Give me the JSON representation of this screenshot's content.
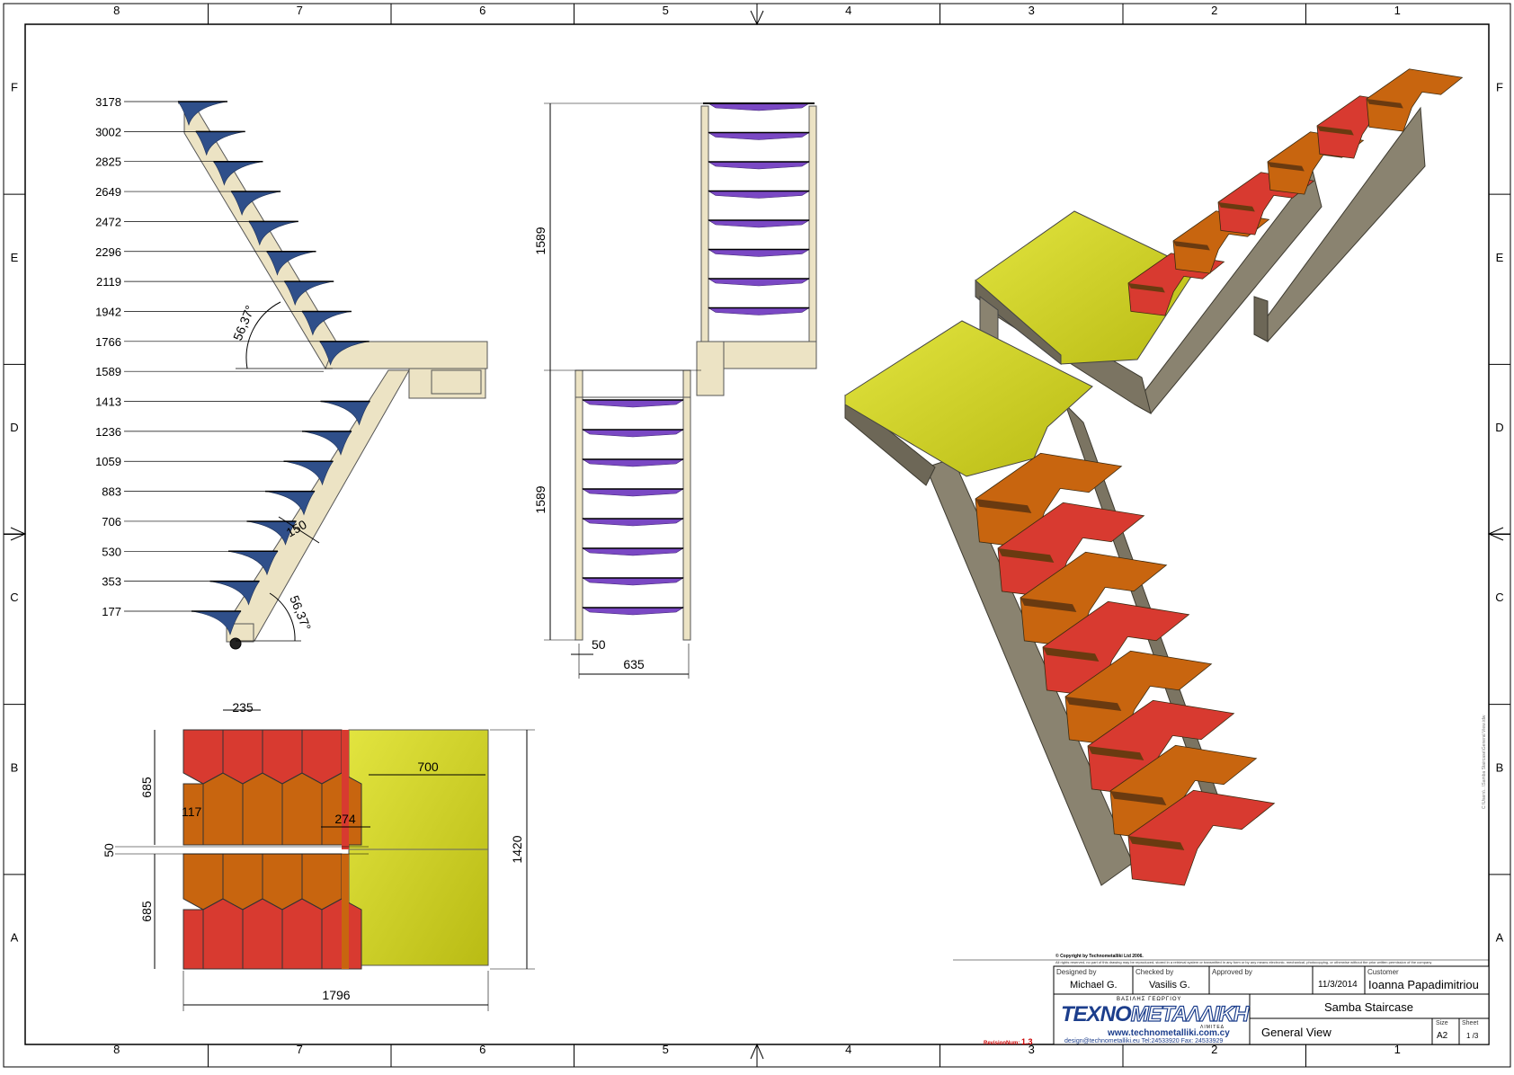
{
  "grid": {
    "columns": [
      "8",
      "7",
      "6",
      "5",
      "4",
      "3",
      "2",
      "1"
    ],
    "rows": [
      "F",
      "E",
      "D",
      "C",
      "B",
      "A"
    ]
  },
  "side_view": {
    "levels": [
      "3178",
      "3002",
      "2825",
      "2649",
      "2472",
      "2296",
      "2119",
      "1942",
      "1766",
      "1589",
      "1413",
      "1236",
      "1059",
      "883",
      "706",
      "530",
      "353",
      "177"
    ],
    "angle_upper": "56,37°",
    "angle_lower": "56,37°",
    "stringer_width": "150"
  },
  "front_view": {
    "height_upper": "1589",
    "height_lower": "1589",
    "gap": "50",
    "width": "635"
  },
  "plan_view": {
    "tread_width": "235",
    "flight_depth_top": "685",
    "flight_depth_bottom": "685",
    "landing_width": "700",
    "overhang": "117",
    "notch": "274",
    "gap": "50",
    "total_height": "1420",
    "total_length": "1796"
  },
  "colors": {
    "tread_red": "#d83a30",
    "tread_orange": "#c8650f",
    "landing": "#c3c51b",
    "stringer": "#ece3c4",
    "bracket": "#2f4f8a",
    "purple": "#7a48c4"
  },
  "title_block": {
    "copyright": "© Copyright by Technometalliki Ltd 2006.",
    "copyright_text": "All rights reserved, no part of this drawing may be reproduced, stored in a retrieval system or transmitted in any form or by any means electronic, mechanical, photocopying, or otherwise without the prior written permission of the company",
    "designed_by_label": "Designed by",
    "designed_by": "Michael G.",
    "checked_by_label": "Checked by",
    "checked_by": "Vasilis G.",
    "approved_by_label": "Approved by",
    "date": "11/3/2014",
    "customer_label": "Customer",
    "customer": "Ioanna Papadimitriou",
    "company_small": "ΒΑΣΙΛΗΣ ΓΕΩΡΓΙΟΥ",
    "company_left": "TEXNO",
    "company_right": "ΜΕΤΑΛΛΙΚΗ",
    "company_sub": "ΛΙΜΙΤΕΔ",
    "website": "www.technometalliki.com.cy",
    "contact": "design@technometalliki.eu    Tel:24533920   Fax: 24533929",
    "project": "Samba Staircase",
    "view_name": "General View",
    "size_label": "Size",
    "size": "A2",
    "sheet_label": "Sheet",
    "sheet": "1 /3",
    "revision_label": "RevisionNum:",
    "revision": "1.3"
  }
}
